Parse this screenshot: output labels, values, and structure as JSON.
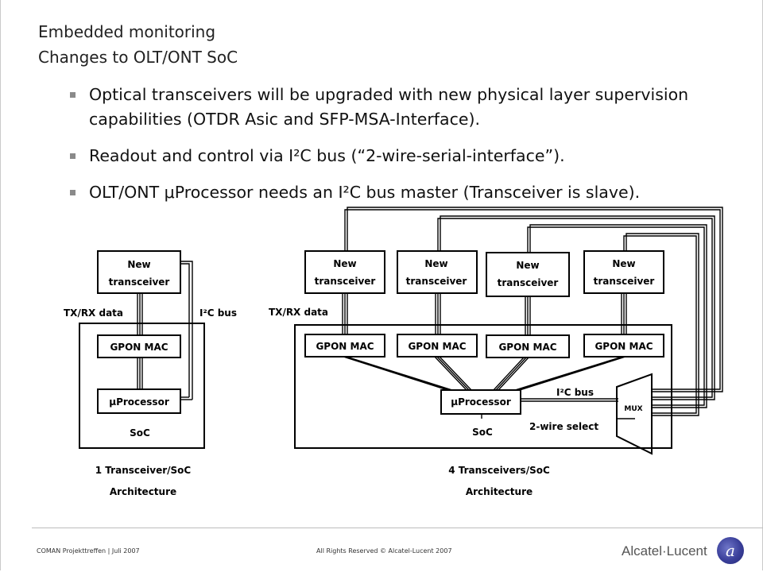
{
  "title": {
    "line1": "Embedded monitoring",
    "line2": "Changes to OLT/ONT SoC"
  },
  "bullets": [
    "Optical transceivers will be upgraded with new physical layer supervision capabilities (OTDR Asic and SFP-MSA-Interface).",
    "Readout and control via I²C bus (“2-wire-serial-interface”).",
    "OLT/ONT μProcessor needs an I²C bus master (Transceiver is slave)."
  ],
  "diagram_left": {
    "transceiver_line1": "New",
    "transceiver_line2": "transceiver",
    "txrx_label": "TX/RX data",
    "i2c_label": "I²C bus",
    "gpon_mac": "GPON MAC",
    "processor": "μProcessor",
    "soc": "SoC",
    "caption_line1": "1 Transceiver/SoC",
    "caption_line2": "Architecture"
  },
  "diagram_right": {
    "transceiver_line1": "New",
    "transceiver_line2": "transceiver",
    "txrx_label": "TX/RX data",
    "gpon_mac": "GPON MAC",
    "processor": "μProcessor",
    "soc": "SoC",
    "i2c_label": "I²C bus",
    "mux": "MUX",
    "select_label": "2-wire select",
    "caption_line1": "4 Transceivers/SoC",
    "caption_line2": "Architecture"
  },
  "footer": {
    "left": "COMAN Projekttreffen | Juli 2007",
    "center": "All Rights Reserved © Alcatel-Lucent 2007",
    "logo_text": "Alcatel·Lucent"
  },
  "colors": {
    "border": "#000000",
    "bullet_marker": "#8a8a8a",
    "logo_blue": "#3a3f9a"
  }
}
